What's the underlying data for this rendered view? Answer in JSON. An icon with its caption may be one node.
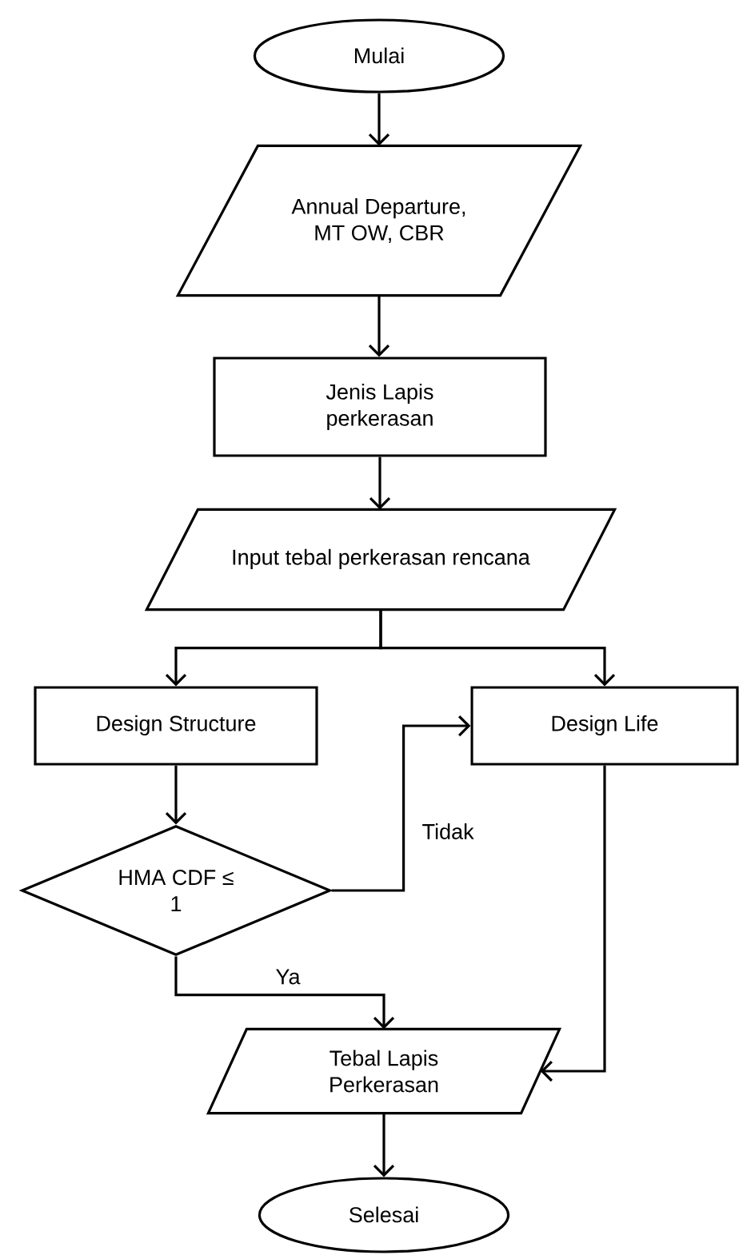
{
  "diagram": {
    "nodes": [
      {
        "text": [
          "Mulai"
        ]
      },
      {
        "text": [
          "Annual Departure, MT OW, CBR"
        ]
      },
      {
        "text": [
          "Jenis Lapis perkerasan"
        ]
      },
      {
        "text": [
          "Input tebal perkerasan rencana"
        ]
      },
      {
        "text": [
          "Design Structure"
        ]
      },
      {
        "text": [
          "Design Life"
        ]
      },
      {
        "text": [
          "HMA CDF ≤ 1"
        ]
      },
      {
        "text": [
          "Tebal Lapis Perkerasan"
        ]
      },
      {
        "text": [
          "Selesai"
        ]
      }
    ],
    "edges": [
      {
        "from": 0,
        "to": 1,
        "arrow": "to"
      },
      {
        "from": 1,
        "to": 2,
        "arrow": "to"
      },
      {
        "from": 2,
        "to": 3,
        "arrow": "to"
      },
      {
        "from": 3,
        "to": 4,
        "arrow": "to"
      },
      {
        "from": 3,
        "to": 5,
        "arrow": "to"
      },
      {
        "from": 4,
        "to": 6,
        "arrow": "to"
      },
      {
        "from": 6,
        "to": 5,
        "arrow": "to",
        "label": "Tidak"
      },
      {
        "from": 6,
        "to": 7,
        "arrow": "to",
        "label": "Ya"
      },
      {
        "from": 5,
        "to": 7,
        "arrow": "to"
      },
      {
        "from": 7,
        "to": 8,
        "arrow": "to"
      }
    ]
  }
}
